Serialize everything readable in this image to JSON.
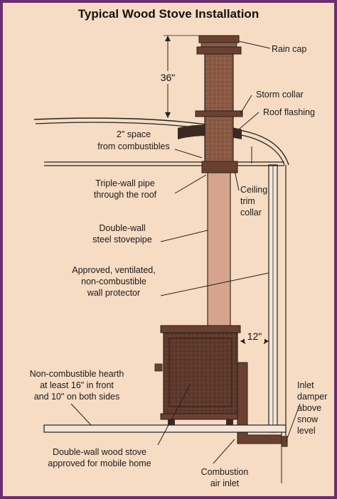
{
  "title": "Typical Wood Stove Installation",
  "labels": {
    "rain_cap": "Rain cap",
    "storm_collar": "Storm collar",
    "roof_flashing": "Roof flashing",
    "space_line1": "2\" space",
    "space_line2": "from combustibles",
    "triple_line1": "Triple-wall pipe",
    "triple_line2": "through the roof",
    "ceiling_line1": "Ceiling",
    "ceiling_line2": "trim",
    "ceiling_line3": "collar",
    "double_pipe_line1": "Double-wall",
    "double_pipe_line2": "steel stovepipe",
    "approved_line1": "Approved, ventilated,",
    "approved_line2": "non-combustible",
    "approved_line3": "wall protector",
    "hearth_line1": "Non-combustible hearth",
    "hearth_line2": "at least 16\" in front",
    "hearth_line3": "and 10\" on both sides",
    "inlet_line1": "Inlet",
    "inlet_line2": "damper",
    "inlet_line3": "above",
    "inlet_line4": "snow",
    "inlet_line5": "level",
    "stove_line1": "Double-wall wood stove",
    "stove_line2": "approved for mobile home",
    "combustion_line1": "Combustion",
    "combustion_line2": "air inlet"
  },
  "dimensions": {
    "cap_height": "36\"",
    "wall_clearance": "12\""
  },
  "colors": {
    "frame": "#6a2f6e",
    "paper": "#f6dcc3",
    "chimney": "#8a5a45",
    "stovepipe": "#d6a48c",
    "stove": "#5e3a2c",
    "ink": "#1a1a1a"
  }
}
